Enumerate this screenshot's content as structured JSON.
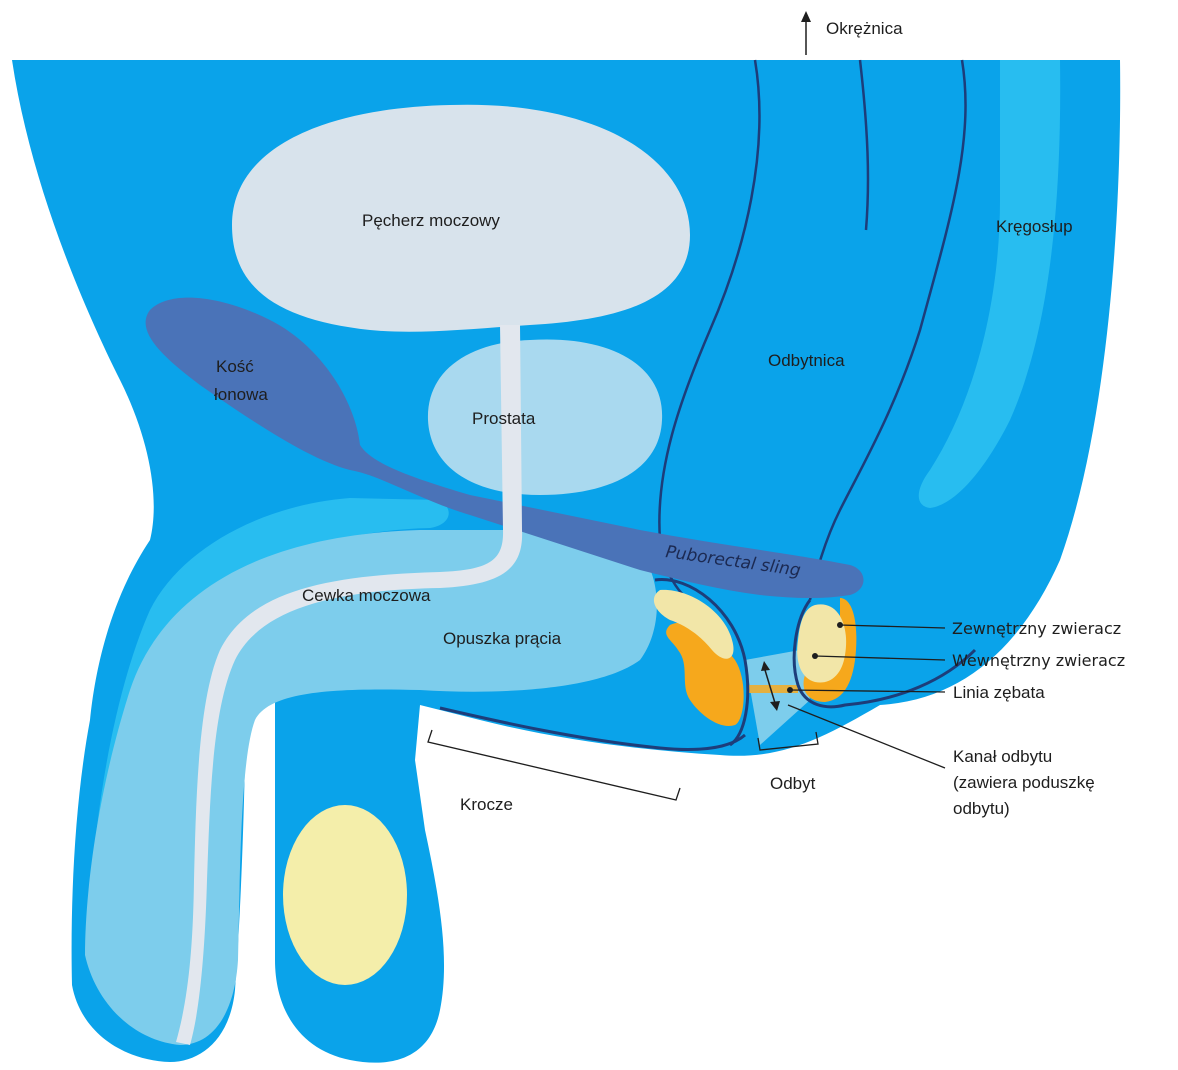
{
  "labels": {
    "colon": "Okrężnica",
    "bladder": "Pęcherz moczowy",
    "spine": "Kręgosłup",
    "pubic_bone_1": "Kość",
    "pubic_bone_2": "łonowa",
    "rectum": "Odbytnica",
    "prostate": "Prostata",
    "puborectal_sling": "Puborectal sling",
    "urethra": "Cewka moczowa",
    "penile_bulb": "Opuszka prącia",
    "external_sphincter": "Zewnętrzny zwieracz",
    "internal_sphincter": "Wewnętrzny zwieracz",
    "dentate_line": "Linia zębata",
    "anal_canal_1": "Kanał odbytu",
    "anal_canal_2": "(zawiera poduszkę",
    "anal_canal_3": "odbytu)",
    "perineum": "Krocze",
    "anus": "Odbyt"
  },
  "colors": {
    "body_blue": "#0aa3ea",
    "light_blue": "#28bdf0",
    "pale_blue": "#7dcdec",
    "bladder_grey": "#d8e3ec",
    "bone_blue": "#4a73b8",
    "outline_navy": "#1d3d7a",
    "sphincter_orange": "#f6a81c",
    "sphincter_cream": "#f2e6a8",
    "testis_yellow": "#f4eeaa"
  }
}
